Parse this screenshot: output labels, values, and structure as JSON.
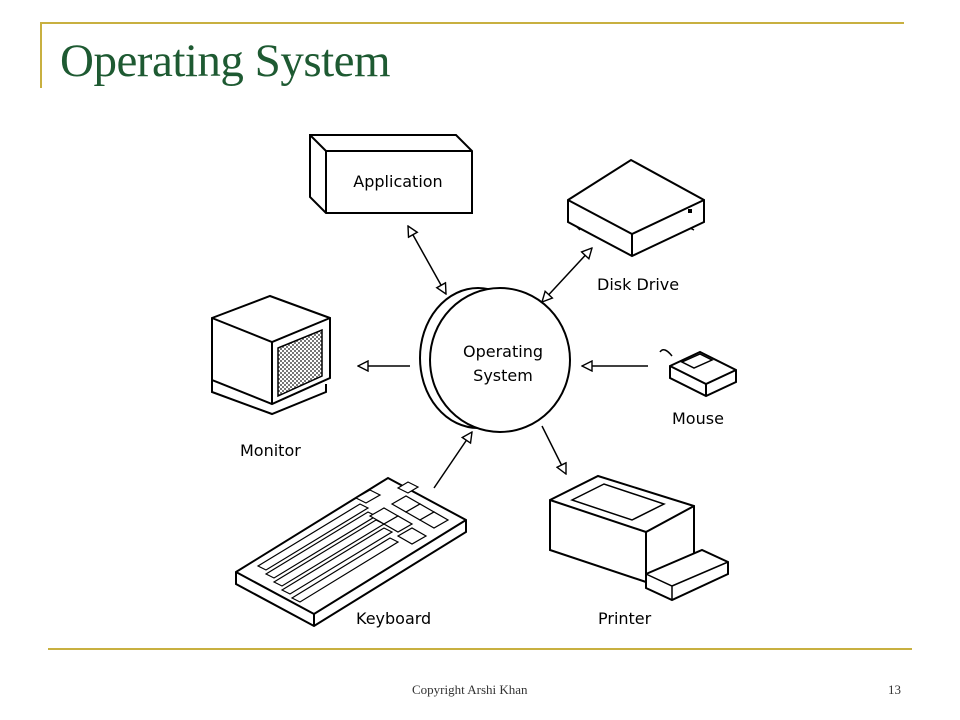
{
  "slide": {
    "title": "Operating System",
    "footer": {
      "copyright": "Copyright Arshi Khan",
      "page_number": "13"
    }
  },
  "diagram": {
    "center": {
      "label_line1": "Operating",
      "label_line2": "System"
    },
    "nodes": {
      "application": "Application",
      "disk_drive": "Disk Drive",
      "mouse": "Mouse",
      "monitor": "Monitor",
      "keyboard": "Keyboard",
      "printer": "Printer"
    }
  }
}
